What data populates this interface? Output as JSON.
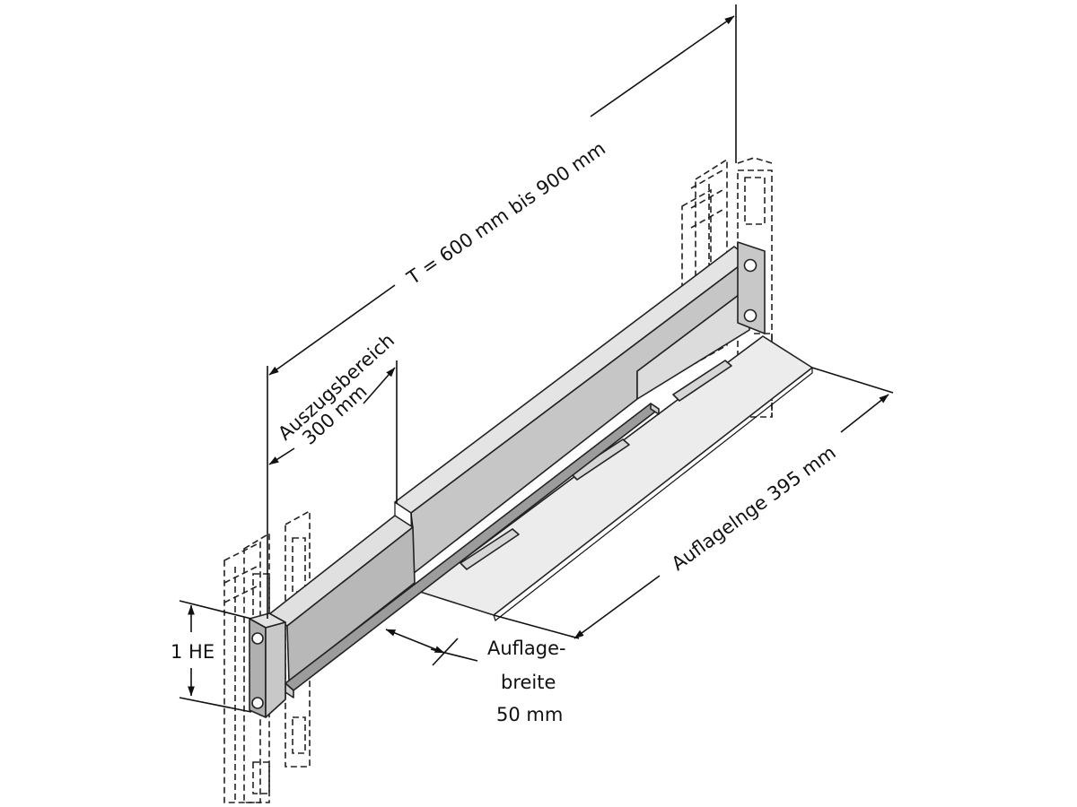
{
  "labels": {
    "depth": "T = 600 mm bis 900 mm",
    "extension_line1": "Auszugsbereich",
    "extension_line2": "300 mm",
    "support_length": "Auflagelnge 395 mm",
    "support_width_line1": "Auflage-",
    "support_width_line2": "breite",
    "support_width_line3": "50 mm",
    "height_unit": "1 HE"
  },
  "colors": {
    "rail_top": "#e4e4e4",
    "rail_face": "#b8b8b8",
    "rail_dark": "#9c9c9c",
    "shelf": "#ececec",
    "bracket": "#c8c8c8",
    "line": "#111111"
  }
}
